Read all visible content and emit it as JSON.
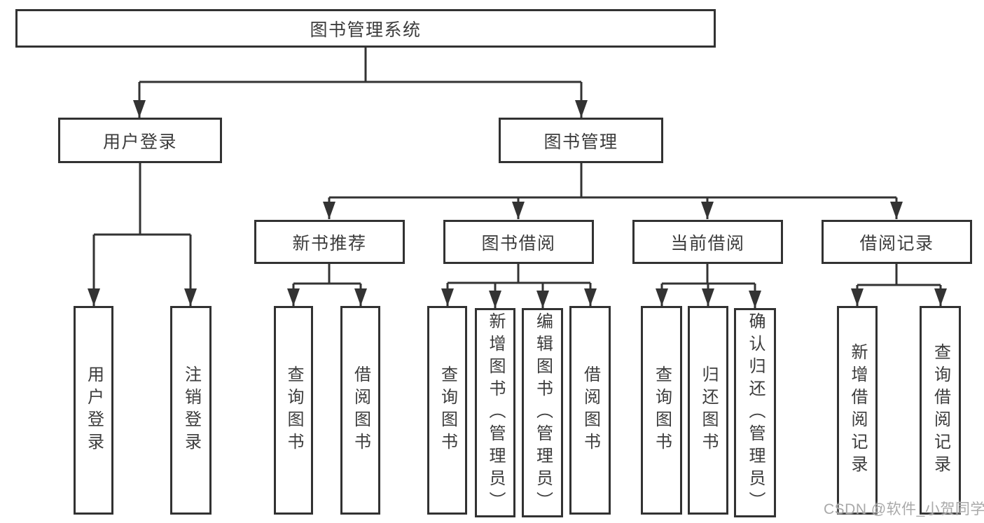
{
  "diagram": {
    "root": {
      "label": "图书管理系统"
    },
    "login": {
      "label": "用户登录",
      "children": [
        "用户登录",
        "注销登录"
      ]
    },
    "management": {
      "label": "图书管理",
      "sections": [
        {
          "label": "新书推荐",
          "children": [
            "查询图书",
            "借阅图书"
          ]
        },
        {
          "label": "图书借阅",
          "children": [
            "查询图书",
            "新增图书（管理员）",
            "编辑图书（管理员）",
            "借阅图书"
          ]
        },
        {
          "label": "当前借阅",
          "children": [
            "查询图书",
            "归还图书",
            "确认归还（管理员）"
          ]
        },
        {
          "label": "借阅记录",
          "children": [
            "新增借阅记录",
            "查询借阅记录"
          ]
        }
      ]
    }
  },
  "watermark": "CSDN @软件_小贺同学",
  "colors": {
    "line": "#333333",
    "box_border": "#323232",
    "text": "#3c3c3c",
    "watermark": "#a9a9a9",
    "background": "#ffffff"
  }
}
